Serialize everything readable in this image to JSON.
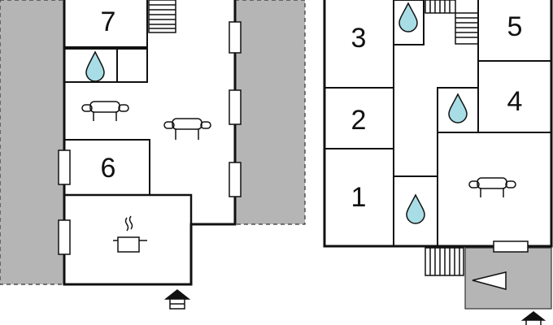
{
  "colors": {
    "wall": "#111111",
    "terrace": "#b5b5b5",
    "water": "#a8dde6",
    "background": "#ffffff"
  },
  "rooms": [
    {
      "id": "left-7",
      "label": "7"
    },
    {
      "id": "left-6",
      "label": "6"
    },
    {
      "id": "right-3",
      "label": "3"
    },
    {
      "id": "right-5",
      "label": "5"
    },
    {
      "id": "right-4",
      "label": "4"
    },
    {
      "id": "right-2",
      "label": "2"
    },
    {
      "id": "right-1",
      "label": "1"
    }
  ],
  "icons": [
    "water-drop-icon",
    "sofa-icon",
    "kitchen-pot-icon",
    "entrance-icon",
    "stairs-icon",
    "window-icon",
    "triangle-arrow-icon"
  ]
}
